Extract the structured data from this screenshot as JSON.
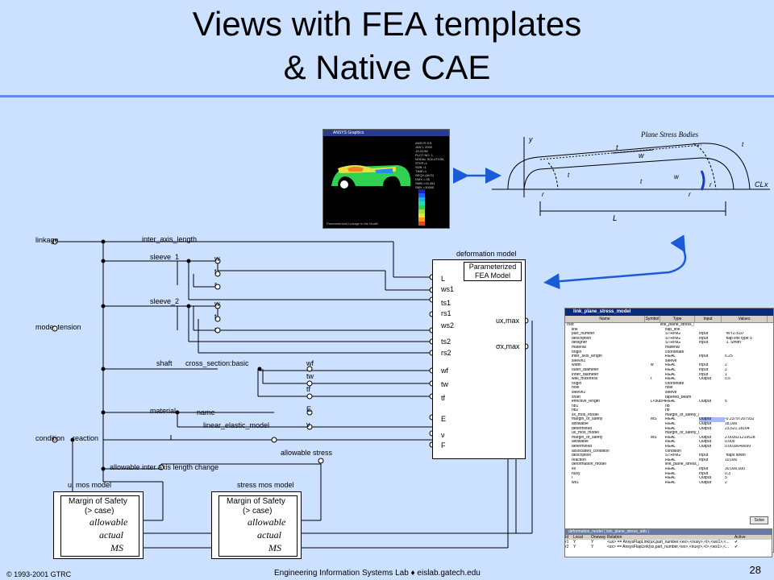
{
  "slide": {
    "title_line1": "Views with FEA templates",
    "title_line2": "& Native CAE",
    "footer_left": "© 1993-2001  GTRC",
    "footer_center": "Engineering Information Systems Lab ♦ eislab.gatech.edu",
    "page_number": "28"
  },
  "ansys": {
    "window_title": "ANSYS Graphics",
    "status_text": "Parameterized Linkage in the Model",
    "legend": [
      "ANSYS 5.5",
      "JAN 1 2000",
      "13:22:58",
      "PLOT NO. 1",
      "NODAL SOLUTION",
      "STEP=1",
      "SUB =1",
      "TIME=1",
      "SEQV (AVG)",
      "DMX =.05",
      "SMN =24.451",
      "SMX =30000"
    ]
  },
  "cad": {
    "plane_stress": "Plane Stress Bodies",
    "labels": [
      "y",
      "x",
      "t",
      "w",
      "L",
      "t",
      "r",
      "t",
      "r",
      "w",
      "t",
      "r",
      "CL"
    ]
  },
  "diagram": {
    "left_labels": {
      "linkage": "linkage",
      "mode": "mode: tension",
      "condition": "condition",
      "reaction": "reaction"
    },
    "param_labels": {
      "inter_axis_length": "inter_axis_length",
      "sleeve_1": "sleeve_1",
      "sleeve_2": "sleeve_2",
      "shaft": "shaft",
      "cross_section": "cross_section:basic",
      "material": "material",
      "name": "name",
      "linear_elastic_model": "linear_elastic_model",
      "allowable_stress": "allowable stress",
      "allowable_inter_axis": "allowable inter axis length change"
    },
    "sub_vars": {
      "w1": "w",
      "t1": "t",
      "r1": "r",
      "w2": "w",
      "t2": "t",
      "r2": "r",
      "wf": "wf",
      "tw": "tw",
      "tf": "tf",
      "E": "E",
      "nu": "ν"
    },
    "deformation_model": {
      "label": "deformation model",
      "inner_title": "Parameterized FEA Model",
      "ports": [
        "L",
        "ws1",
        "ts1",
        "rs1",
        "ws2",
        "ts2",
        "rs2",
        "wf",
        "tw",
        "tf",
        "E",
        "ν",
        "F"
      ],
      "outputs": [
        "ux,max",
        "σx,max"
      ]
    },
    "u_mos_model": {
      "label": "u, mos model",
      "title": "Margin of Safety",
      "case": "(> case)",
      "rows": [
        "allowable",
        "actual",
        "MS"
      ]
    },
    "stress_mos_model": {
      "label": "stress mos model",
      "title": "Margin of Safety",
      "case": "(> case)",
      "rows": [
        "allowable",
        "actual",
        "MS"
      ]
    }
  },
  "browser": {
    "window_title": "link_plane_stress_model",
    "columns": [
      "Name",
      "Symbol",
      "Type",
      "Input",
      "Values"
    ],
    "rows": [
      [
        "root",
        "",
        "link_plane_stress_model",
        "",
        ""
      ],
      [
        "link",
        "",
        "flap_link",
        "",
        ""
      ],
      [
        "part_number",
        "",
        "STRING",
        "Input",
        "\"WYZ-510\""
      ],
      [
        "description",
        "",
        "STRING",
        "Input",
        "\"flap link type 5\""
      ],
      [
        "designer",
        "",
        "STRING",
        "Input",
        "\"J. Smith\""
      ],
      [
        "material",
        "",
        "material",
        "",
        ""
      ],
      [
        "origin",
        "",
        "coordinate",
        "",
        ""
      ],
      [
        "inter_axis_length",
        "",
        "REAL",
        "Input",
        "6.25"
      ],
      [
        "sleeve1",
        "",
        "sleeve",
        "",
        ""
      ],
      [
        "width",
        "w",
        "REAL",
        "Input",
        "2"
      ],
      [
        "outer_diameter",
        "",
        "REAL",
        "Input",
        "2"
      ],
      [
        "inner_diameter",
        "",
        "REAL",
        "Input",
        "1"
      ],
      [
        "wall_thickness",
        "t",
        "REAL",
        "Output",
        "0.5"
      ],
      [
        "origin",
        "",
        "coordinate",
        "",
        ""
      ],
      [
        "hole",
        "",
        "hole",
        "",
        ""
      ],
      [
        "sleeve2",
        "",
        "sleeve",
        "",
        ""
      ],
      [
        "shaft",
        "",
        "tapered_beam",
        "",
        ""
      ],
      [
        "effective_length",
        "L<sub>eff</sub>",
        "REAL",
        "Output",
        "5"
      ],
      [
        "rib1",
        "",
        "rib",
        "",
        ""
      ],
      [
        "rib2",
        "",
        "rib",
        "",
        ""
      ],
      [
        "sx_mos_model",
        "",
        "margin_of_safety_model",
        "",
        ""
      ],
      [
        "margin_of_safety",
        "MS",
        "REAL",
        "Output",
        "-0.23797207932"
      ],
      [
        "allowable",
        "",
        "REAL",
        "Output",
        "18,000"
      ],
      [
        "determined",
        "",
        "REAL",
        "Output",
        "23,621.18164"
      ],
      [
        "ux_mos_model",
        "",
        "margin_of_safety_model",
        "",
        ""
      ],
      [
        "margin_of_safety",
        "MS",
        "REAL",
        "Output",
        "2.003021219528"
      ],
      [
        "allowable",
        "",
        "REAL",
        "Output",
        "0.005"
      ],
      [
        "determined",
        "",
        "REAL",
        "Output",
        "0.0016649099"
      ],
      [
        "associated_condition",
        "",
        "condition",
        "",
        ""
      ],
      [
        "description",
        "",
        "STRING",
        "Input",
        "\"flaps down\""
      ],
      [
        "reaction",
        "",
        "REAL",
        "Input",
        "10,000"
      ],
      [
        "deformation_model",
        "",
        "link_plane_stress_abb",
        "",
        ""
      ],
      [
        "ex",
        "",
        "REAL",
        "Input",
        "30,000,000"
      ],
      [
        "nuxy",
        "",
        "REAL",
        "Input",
        "0.3"
      ],
      [
        "l",
        "",
        "REAL",
        "Output",
        "5"
      ],
      [
        "ws1",
        "",
        "REAL",
        "Output",
        "2"
      ]
    ],
    "solve_label": "Solve"
  },
  "subwindow": {
    "title": "deformation_model ( link_plane_stress_abb )",
    "columns": [
      "Id",
      "Local",
      "Oneway",
      "Relation",
      "Active"
    ],
    "rows": [
      [
        "r1",
        "Y",
        "Y",
        "<ux> == AnsysFlapLink(ux,part_number,<ex>,<nuxy>,<l>,<ws1>,<...",
        "✔"
      ],
      [
        "r2",
        "Y",
        "Y",
        "<sx> == AnsysFlapLink(sx,part_number,<ex>,<nuxy>,<l>,<ws1>,<...",
        "✔"
      ]
    ]
  }
}
